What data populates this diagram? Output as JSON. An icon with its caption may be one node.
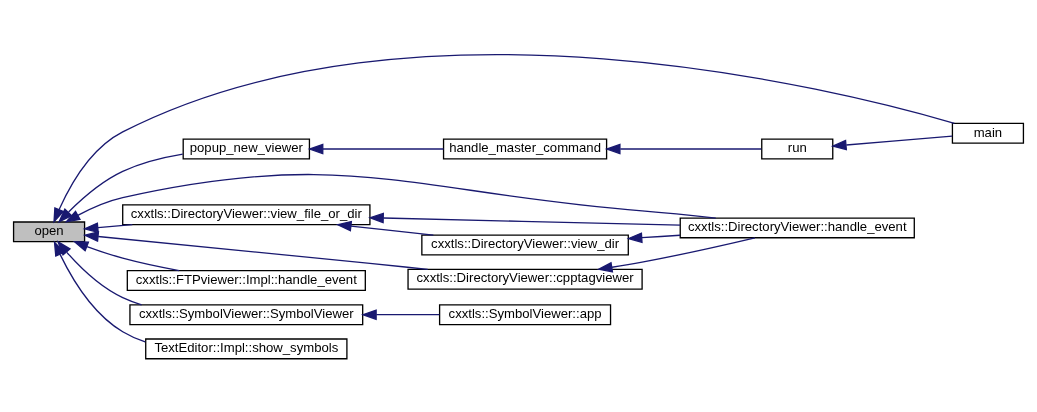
{
  "diagram": {
    "nodes": [
      {
        "text": [
          "open"
        ]
      },
      {
        "text": [
          "popup_new_viewer"
        ]
      },
      {
        "text": [
          "handle_master_command"
        ]
      },
      {
        "text": [
          "run"
        ]
      },
      {
        "text": [
          "cxxtls::DirectoryViewer::view_file_or_dir"
        ]
      },
      {
        "text": [
          "cxxtls::FTPviewer::Impl::handle_event"
        ]
      },
      {
        "text": [
          "cxxtls::DirectoryViewer::view_dir"
        ]
      },
      {
        "text": [
          "cxxtls::DirectoryViewer::handle_event"
        ]
      },
      {
        "text": [
          "cxxtls::DirectoryViewer::cpptagviewer"
        ]
      },
      {
        "text": [
          "cxxtls::SymbolViewer::SymbolViewer"
        ]
      },
      {
        "text": [
          "cxxtls::SymbolViewer::app"
        ]
      },
      {
        "text": [
          "TextEditor::Impl::show_symbols"
        ]
      },
      {
        "text": [
          "main"
        ]
      }
    ],
    "edges": [
      {
        "from": 1,
        "to": 0,
        "arrow": "to"
      },
      {
        "from": 2,
        "to": 1,
        "arrow": "to"
      },
      {
        "from": 3,
        "to": 2,
        "arrow": "to"
      },
      {
        "from": 12,
        "to": 3,
        "arrow": "to"
      },
      {
        "from": 4,
        "to": 0,
        "arrow": "to"
      },
      {
        "from": 6,
        "to": 4,
        "arrow": "to"
      },
      {
        "from": 7,
        "to": 4,
        "arrow": "to"
      },
      {
        "from": 5,
        "to": 0,
        "arrow": "to"
      },
      {
        "from": 7,
        "to": 6,
        "arrow": "to"
      },
      {
        "from": 8,
        "to": 0,
        "arrow": "to"
      },
      {
        "from": 7,
        "to": 8,
        "arrow": "to"
      },
      {
        "from": 9,
        "to": 0,
        "arrow": "to"
      },
      {
        "from": 10,
        "to": 9,
        "arrow": "to"
      },
      {
        "from": 11,
        "to": 0,
        "arrow": "to"
      },
      {
        "from": 7,
        "to": 0,
        "arrow": "to"
      },
      {
        "from": 12,
        "to": 0,
        "arrow": "to"
      }
    ]
  }
}
